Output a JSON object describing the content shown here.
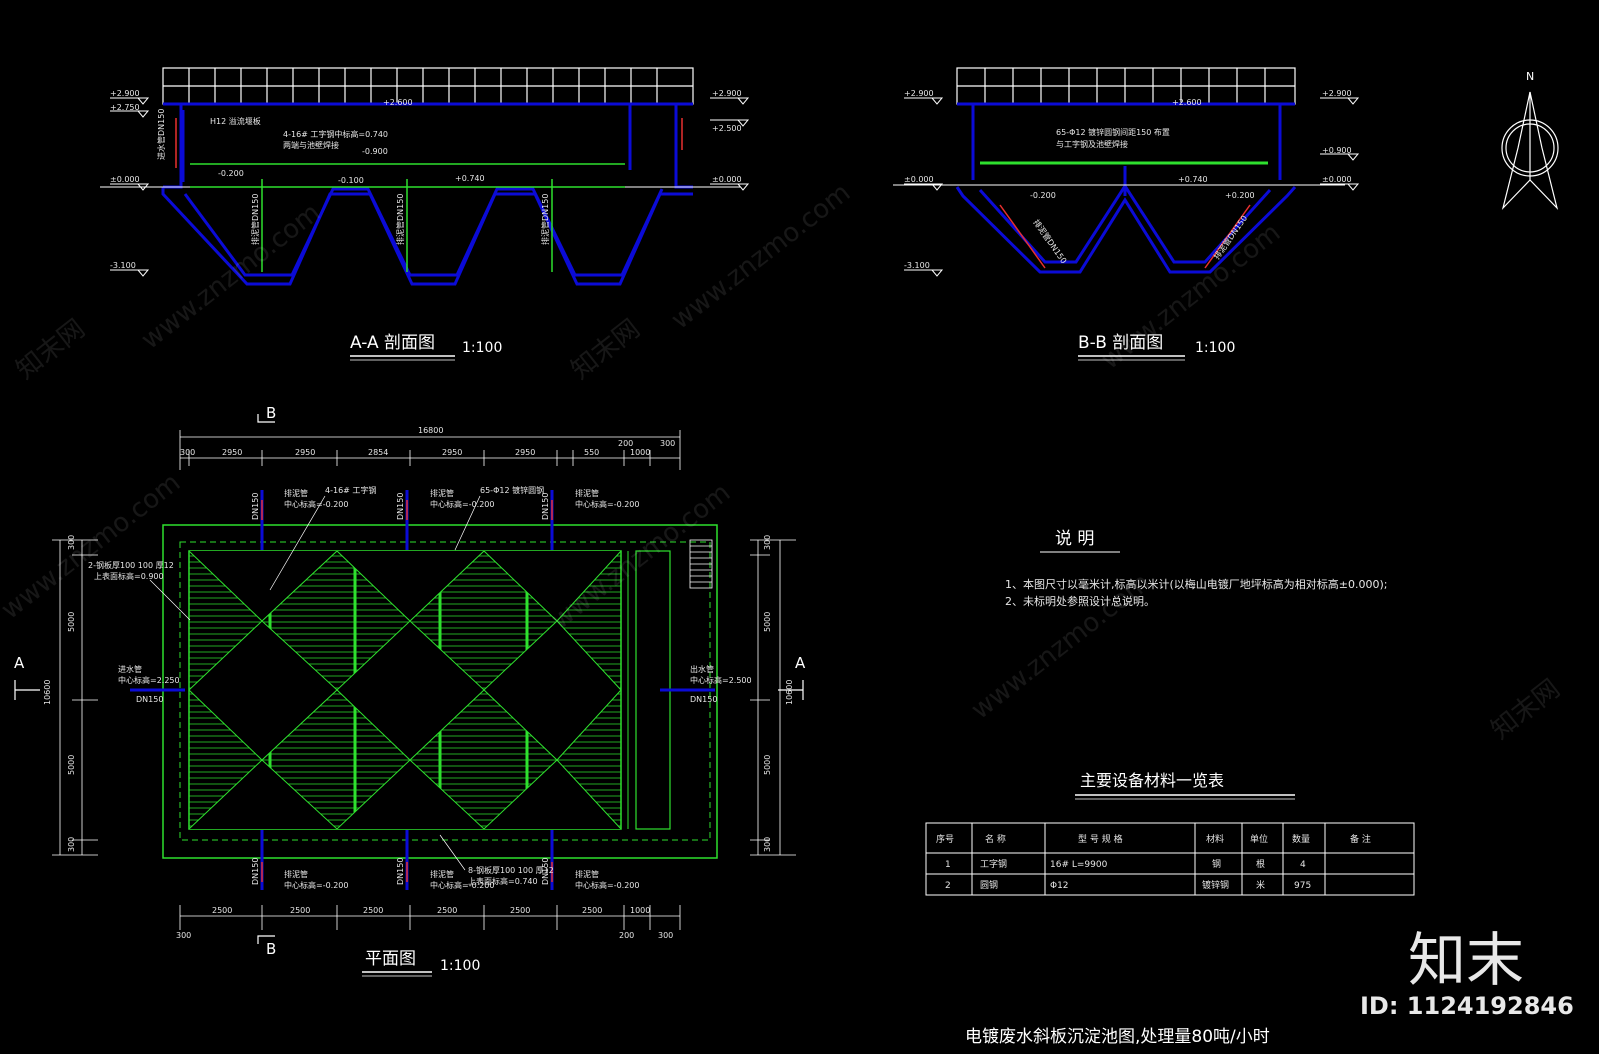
{
  "drawing_title": "电镀废水斜板沉淀池图,处理量80吨/小时",
  "section_aa": {
    "title": "A-A 剖面图",
    "scale": "1:100",
    "elevations_left": [
      "+2.900",
      "+2.750",
      "±0.000",
      "-3.100"
    ],
    "elevations_right": [
      "+2.900",
      "+2.500",
      "±0.000"
    ],
    "inner_labels": [
      "+2.600",
      "-0.900",
      "-0.200",
      "+0.740",
      "-0.100"
    ],
    "notes": [
      "H12 溢流堰板",
      "4-16# 工字钢中标高=0.740",
      "两端与池壁焊接"
    ],
    "pipes": [
      "排泥管DN150",
      "排泥管DN150",
      "排泥管DN150"
    ],
    "inlet": "进水管DN150"
  },
  "section_bb": {
    "title": "B-B 剖面图",
    "scale": "1:100",
    "elevations_left": [
      "+2.900",
      "±0.000",
      "-3.100"
    ],
    "elevations_right": [
      "+2.900",
      "+0.900",
      "±0.000"
    ],
    "inner_labels": [
      "+2.600",
      "-0.200",
      "+0.740",
      "+0.200"
    ],
    "notes": [
      "65-Φ12 镀锌圆钢间距150 布置",
      "与工字钢及池壁焊接"
    ],
    "pipes": [
      "排泥管DN150",
      "排泥管DN150"
    ]
  },
  "plan": {
    "title": "平面图",
    "scale": "1:100",
    "section_mark_a": "A",
    "section_mark_b": "B",
    "top_total": "16800",
    "top_dims": [
      "300",
      "2950",
      "2950",
      "2854",
      "2950",
      "2950",
      "550",
      "200",
      "1000",
      "300"
    ],
    "bottom_dims": [
      "2500",
      "2500",
      "2500",
      "2500",
      "2500",
      "2500",
      "1000"
    ],
    "bottom_small": [
      "300",
      "200",
      "300"
    ],
    "left_total": "10600",
    "side_dims": [
      "300",
      "5000",
      "5000",
      "300"
    ],
    "dn150": "DN150",
    "pipe_label": "排泥管",
    "pipe_elev": "中心标高=-0.200",
    "inlet_label": "进水管",
    "inlet_elev": "中心标高=2.250",
    "outlet_label": "出水管",
    "outlet_elev": "中心标高=2.500",
    "note_beam": "4-16# 工字钢",
    "note_rod": "65-Φ12 镀锌圆钢",
    "note_plate_1": "2-钢板厚100 100 厚12",
    "note_plate_2": "上表面标高=0.900",
    "note_plate_3": "8-钢板厚100 100 厚12",
    "note_plate_4": "上表面标高=0.740"
  },
  "notes": {
    "title": "说  明",
    "line1": "1、本图尺寸以毫米计,标高以米计(以梅山电镀厂地坪标高为相对标高±0.000);",
    "line2": "2、未标明处参照设计总说明。"
  },
  "table": {
    "title": "主要设备材料一览表",
    "headers": [
      "序号",
      "名    称",
      "型  号  规  格",
      "材料",
      "单位",
      "数量",
      "备    注"
    ],
    "rows": [
      [
        "1",
        "工字钢",
        "16#    L=9900",
        "钢",
        "根",
        "4",
        ""
      ],
      [
        "2",
        "圆钢",
        "Φ12",
        "镀锌钢",
        "米",
        "975",
        ""
      ]
    ]
  },
  "compass": {
    "north": "N"
  },
  "watermark": {
    "site": "www.znzmo.com",
    "brand": "知末网",
    "logo": "知末",
    "id": "ID: 1124192846"
  },
  "colors": {
    "structure": "#0b0bd6",
    "tank": "#2ee02e",
    "dims": "#ffffff",
    "pipe_red": "#e83030"
  }
}
